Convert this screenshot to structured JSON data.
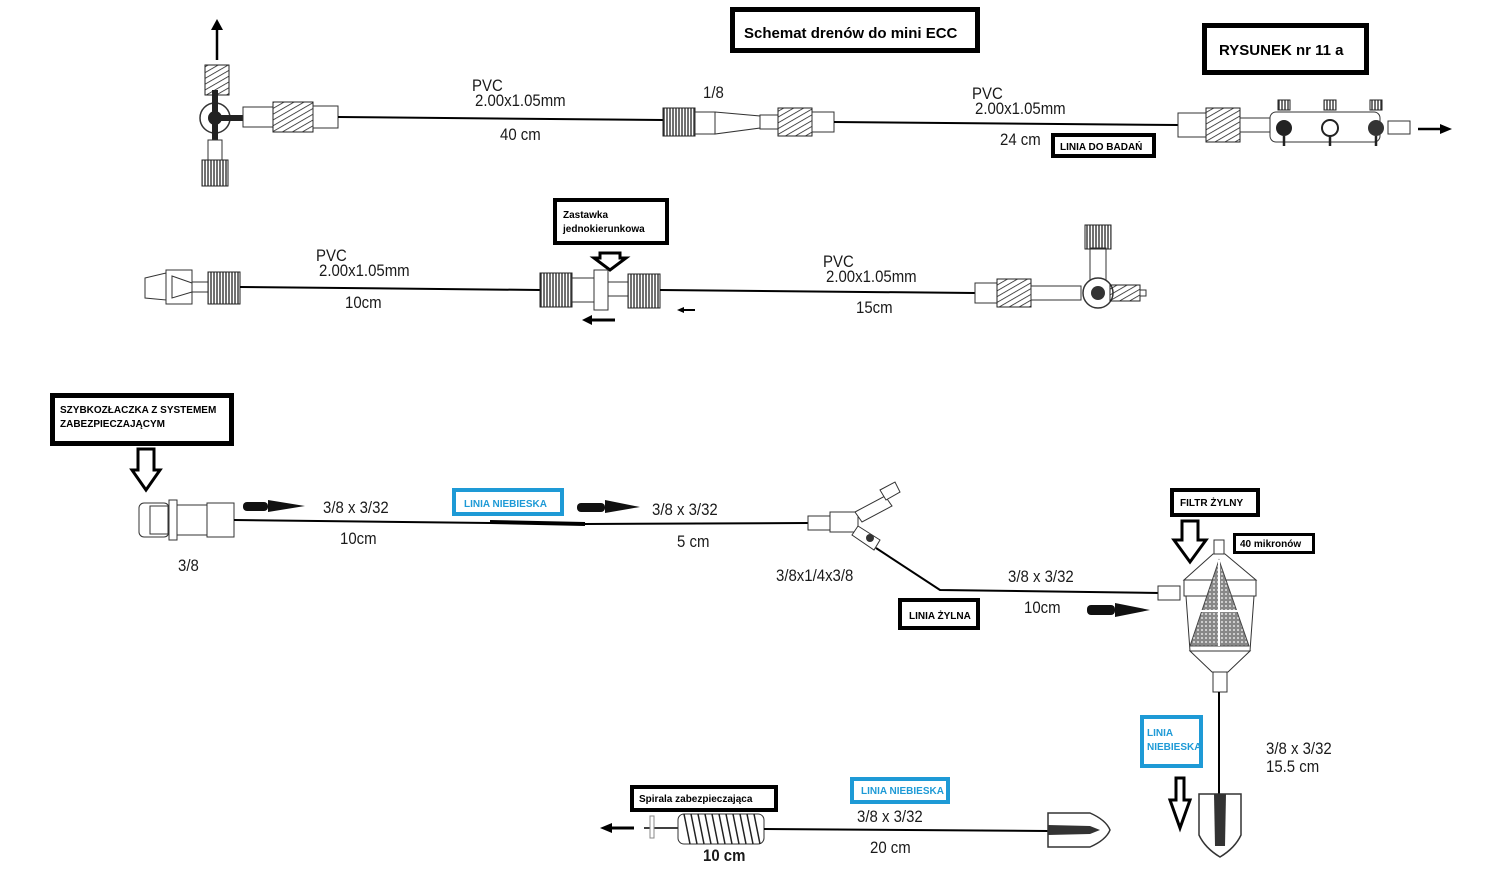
{
  "title": "Schemat drenów do mini ECC",
  "figure_label": "RYSUNEK nr 11 a",
  "colors": {
    "line": "#000000",
    "blue_label": "#1e9ad6",
    "box_border": "#000000"
  },
  "row1": {
    "tube1": {
      "material": "PVC",
      "size": "2.00x1.05mm",
      "length": "40 cm"
    },
    "connector_size": "1/8",
    "tube2": {
      "material": "PVC",
      "size": "2.00x1.05mm",
      "length": "24 cm"
    },
    "line_label": "LINIA DO BADAŃ"
  },
  "row2": {
    "tube1": {
      "material": "PVC",
      "size": "2.00x1.05mm",
      "length": "10cm"
    },
    "valve_label_line1": "Zastawka",
    "valve_label_line2": "jednokierunkowa",
    "tube2": {
      "material": "PVC",
      "size": "2.00x1.05mm",
      "length": "15cm"
    }
  },
  "row3": {
    "quick_connector_line1": "SZYBKOZŁACZKA Z SYSTEMEM",
    "quick_connector_line2": "ZABEZPIECZAJĄCYM",
    "connector_size": "3/8",
    "seg1": {
      "size": "3/8 x 3/32",
      "length": "10cm"
    },
    "blue_line_label": "LINIA NIEBIESKA",
    "seg2": {
      "size": "3/8 x 3/32",
      "length": "5 cm"
    },
    "y_connector_size": "3/8x1/4x3/8",
    "venous_line_label": "LINIA ŻYLNA",
    "seg3": {
      "size": "3/8 x 3/32",
      "length": "10cm"
    },
    "filter_label": "FILTR ŻYLNY",
    "filter_micron": "40 mikronów",
    "blue_line_label2_line1": "LINIA",
    "blue_line_label2_line2": "NIEBIESKA",
    "seg4": {
      "size": "3/8 x 3/32",
      "length": "15.5 cm"
    }
  },
  "row4": {
    "spiral_label": "Spirala zabezpieczająca",
    "spiral_length": "10 cm",
    "blue_line_label": "LINIA NIEBIESKA",
    "tube": {
      "size": "3/8 x 3/32",
      "length": "20 cm"
    }
  }
}
